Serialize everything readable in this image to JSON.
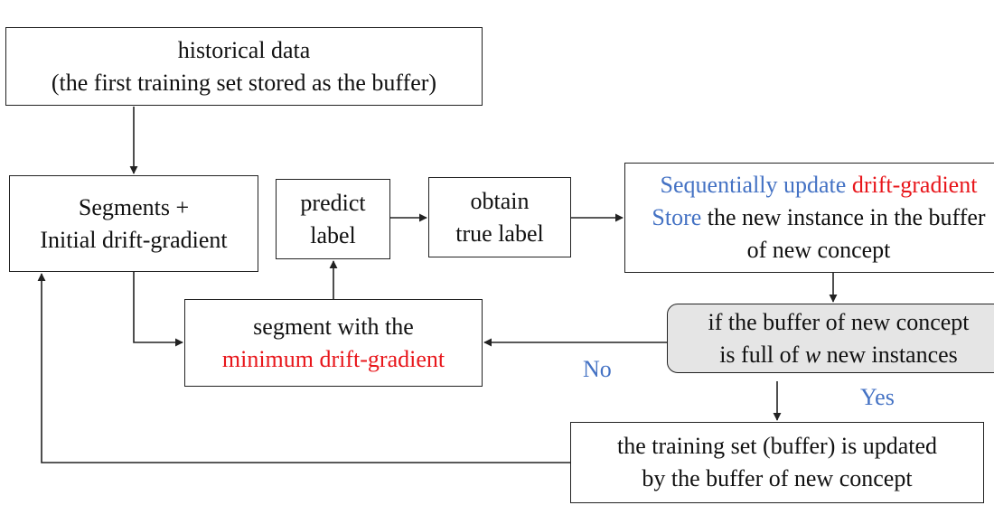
{
  "nodes": {
    "historical": {
      "line1": "historical data",
      "line2": "(the first training set stored as the buffer)"
    },
    "segments": {
      "line1": "Segments +",
      "line2": "Initial drift-gradient"
    },
    "predict": {
      "line1": "predict",
      "line2": "label"
    },
    "obtain": {
      "line1": "obtain",
      "line2": "true label"
    },
    "update": {
      "line1_part1": "Sequentially update ",
      "line1_part2": "drift-gradient",
      "line2_part1": "Store",
      "line2_part2": " the new instance in the buffer",
      "line3": "of new concept"
    },
    "min_segment": {
      "line1": "segment with the",
      "line2": "minimum drift-gradient"
    },
    "condition": {
      "line1": "if the buffer of new concept",
      "line2_part1": "is full of ",
      "line2_italic": "w",
      "line2_part2": " new instances"
    },
    "training": {
      "line1": "the training set (buffer) is updated",
      "line2": "by the buffer of new concept"
    }
  },
  "edge_labels": {
    "no": "No",
    "yes": "Yes"
  },
  "colors": {
    "highlight_red": "#e8161b",
    "highlight_blue": "#4472c4",
    "decision_fill": "#e5e5e5",
    "stroke": "#222222"
  }
}
